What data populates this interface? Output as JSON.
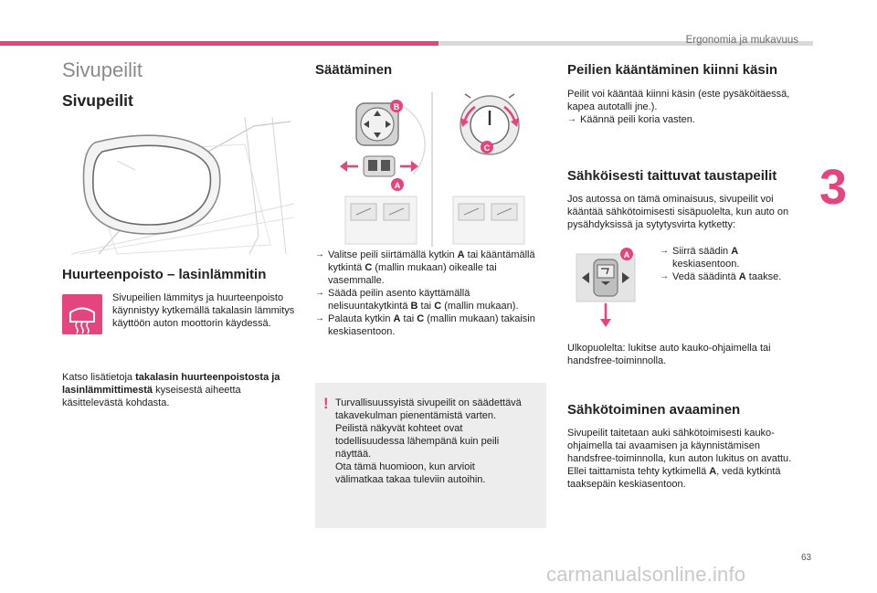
{
  "header": {
    "running_head": "Ergonomia ja mukavuus",
    "chapter_number": "3",
    "page_number": "63",
    "watermark": "carmanualsonline.info"
  },
  "col1": {
    "section_title": "Sivupeilit",
    "main_heading": "Sivupeilit",
    "defrost": {
      "heading": "Huurteenpoisto – lasinlämmitin",
      "text": "Sivupeilien lämmitys ja huurteenpoisto käynnistyy kytkemällä takalasin lämmitys käyttöön auton moottorin käydessä.",
      "see_prefix": "Katso lisätietoja ",
      "see_bold": "takalasin huurteenpoistosta ja lasinlämmittimestä",
      "see_suffix": " kyseisestä aiheetta käsittelevästä kohdasta."
    }
  },
  "col2": {
    "heading": "Säätäminen",
    "labels": {
      "a": "A",
      "b": "B",
      "c": "C"
    },
    "steps": [
      {
        "pre": "Valitse peili siirtämällä kytkin ",
        "k1": "A",
        "mid": " tai kääntämällä kytkintä ",
        "k2": "C",
        "post": " (mallin mukaan) oikealle tai vasemmalle."
      },
      {
        "pre": "Säädä peilin asento käyttämällä nelisuuntakytkintä ",
        "k1": "B",
        "mid": " tai ",
        "k2": "C",
        "post": " (mallin mukaan)."
      },
      {
        "pre": "Palauta kytkin ",
        "k1": "A",
        "mid": " tai ",
        "k2": "C",
        "post": " (mallin mukaan) takaisin keskiasentoon."
      }
    ],
    "warning_lines": [
      "Turvallisuussyistä sivupeilit on säädettävä",
      "takavekulman pienentämistä varten.",
      "Peilistä näkyvät kohteet ovat",
      "todellisuudessa lähempänä kuin peili",
      "näyttää.",
      "Ota tämä huomioon, kun arvioit",
      "välimatkaa takaa tuleviin autoihin."
    ]
  },
  "col3": {
    "fold_heading": "Peilien kääntäminen kiinni käsin",
    "fold_text": "Peilit voi kääntää kiinni käsin (este pysäköitäessä, kapea autotalli jne.).",
    "fold_step": "Käännä peili koria vasten.",
    "electric_heading": "Sähköisesti taittuvat taustapeilit",
    "electric_text": "Jos autossa on tämä ominaisuus, sivupeilit voi kääntää sähkötoimisesti sisäpuolelta, kun auto on pysähdyksissä ja sytytysvirta kytketty:",
    "electric_label": "A",
    "electric_steps": [
      {
        "pre": "Siirrä säädin ",
        "k": "A",
        "post": " keskiasentoon."
      },
      {
        "pre": "Vedä säädintä ",
        "k": "A",
        "post": " taakse."
      }
    ],
    "outside_text": "Ulkopuolelta: lukitse auto kauko-ohjaimella tai handsfree-toiminnolla.",
    "open_heading": "Sähkötoiminen avaaminen",
    "open_text_pre": "Sivupeilit taitetaan auki sähkötoimisesti kauko-ohjaimella tai avaamisen ja käynnistämisen handsfree-toiminnolla, kun auton lukitus on avattu. Ellei taittamista tehty kytkimellä ",
    "open_text_key": "A",
    "open_text_post": ", vedä kytkintä taaksepäin keskiasentoon."
  },
  "colors": {
    "accent": "#e5457f",
    "box": "#ededed"
  }
}
